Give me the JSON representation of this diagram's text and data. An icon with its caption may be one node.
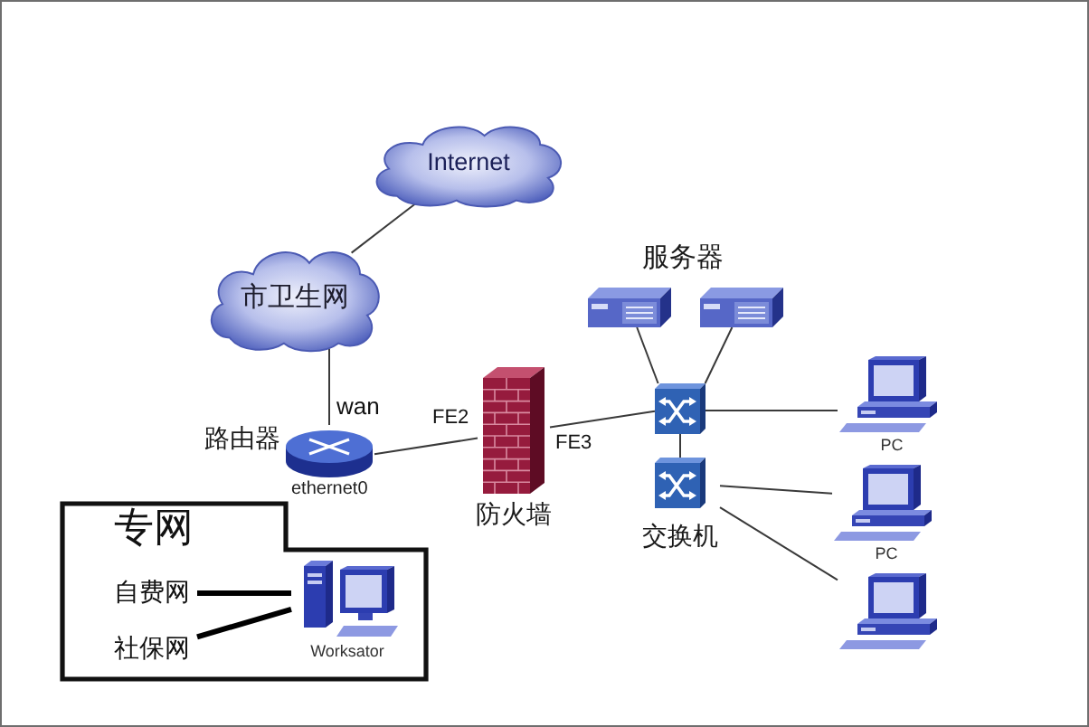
{
  "diagram": {
    "nodes": [
      {
        "text": [
          "Internet"
        ]
      },
      {
        "text": [
          "市卫生网"
        ]
      },
      {
        "text": [],
        "shape": "picture"
      },
      {
        "text": [],
        "shape": "picture"
      },
      {
        "text": [
          "路由器"
        ]
      },
      {
        "text": [
          "防火墙"
        ]
      },
      {
        "text": [],
        "shape": "picture"
      },
      {
        "text": [
          "PC"
        ]
      },
      {
        "text": [
          "交换机"
        ]
      },
      {
        "text": [
          "PC"
        ]
      },
      {
        "text": [],
        "shape": "picture"
      },
      {
        "text": [
          "专网"
        ]
      },
      {
        "text": [
          "自费网"
        ],
        "in": 11
      },
      {
        "text": [
          "社保网"
        ],
        "in": 11
      },
      {
        "text": [
          "Worksator"
        ],
        "in": 11
      }
    ],
    "edges": [
      {
        "from": 1,
        "to": 0,
        "arrow": "none"
      },
      {
        "from": 1,
        "to": 4,
        "arrow": "none"
      },
      {
        "from": 4,
        "to": 5,
        "arrow": "none"
      },
      {
        "from": 5,
        "to": 6,
        "arrow": "none"
      },
      {
        "from": 2,
        "to": 6,
        "arrow": "none"
      },
      {
        "from": 3,
        "to": 6,
        "arrow": "none"
      },
      {
        "from": 6,
        "to": 7,
        "arrow": "none"
      },
      {
        "from": 6,
        "to": 8,
        "arrow": "none"
      },
      {
        "from": 8,
        "to": 9,
        "arrow": "none"
      },
      {
        "from": 8,
        "to": 10,
        "arrow": "none"
      },
      {
        "from": 12,
        "to": 14,
        "arrow": "none",
        "style": "thick"
      },
      {
        "from": 13,
        "to": 14,
        "arrow": "none",
        "style": "thick"
      }
    ],
    "labels": [
      "服务器",
      "wan",
      "FE2",
      "FE3",
      "ethernet0"
    ]
  }
}
